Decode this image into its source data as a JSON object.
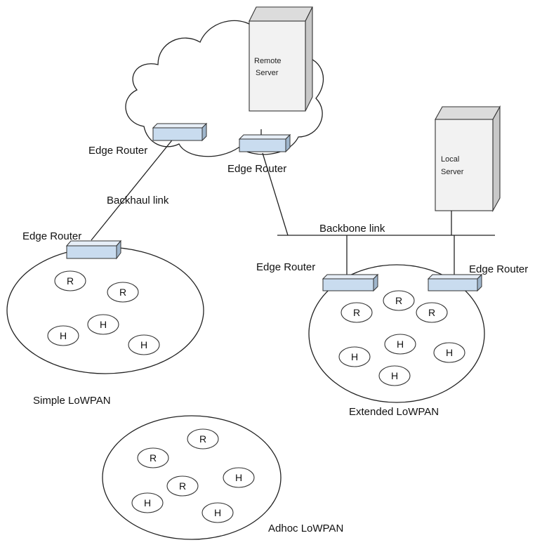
{
  "labels": {
    "remote_server": [
      "Remote",
      "Server"
    ],
    "local_server": [
      "Local",
      "Server"
    ],
    "edge_router": "Edge Router",
    "backhaul_link": "Backhaul link",
    "backbone_link": "Backbone link",
    "simple_lowpan": "Simple LoWPAN",
    "extended_lowpan": "Extended LoWPAN",
    "adhoc_lowpan": "Adhoc LoWPAN"
  },
  "node_types": {
    "router": "R",
    "host": "H"
  },
  "colors": {
    "router_box": "#c9dcef",
    "server_face": "#f2f2f2",
    "server_side": "#c8c8c8",
    "line": "#222222"
  }
}
